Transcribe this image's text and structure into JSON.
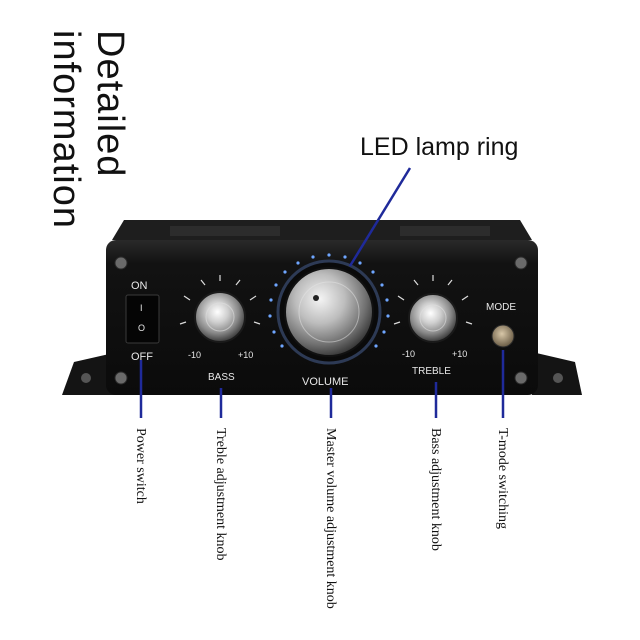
{
  "header": {
    "title_line1": "Detailed",
    "title_line2": "information"
  },
  "led_label": "LED lamp ring",
  "panel": {
    "on": "ON",
    "off": "OFF",
    "switch_top": "I",
    "switch_bottom": "O",
    "bass_label": "BASS",
    "bass_min": "-10",
    "bass_max": "+10",
    "volume_label": "VOLUME",
    "treble_label": "TREBLE",
    "treble_min": "-10",
    "treble_max": "+10",
    "mode_label": "MODE"
  },
  "callouts": {
    "power": "Power switch",
    "treble_knob": "Treble adjustment knob",
    "master_volume": "Master volume adjustment knob",
    "bass_knob": "Bass adjustment knob",
    "tmode": "T-mode switching"
  },
  "colors": {
    "callout_line": "#1f2a9a",
    "panel": "#121212"
  }
}
